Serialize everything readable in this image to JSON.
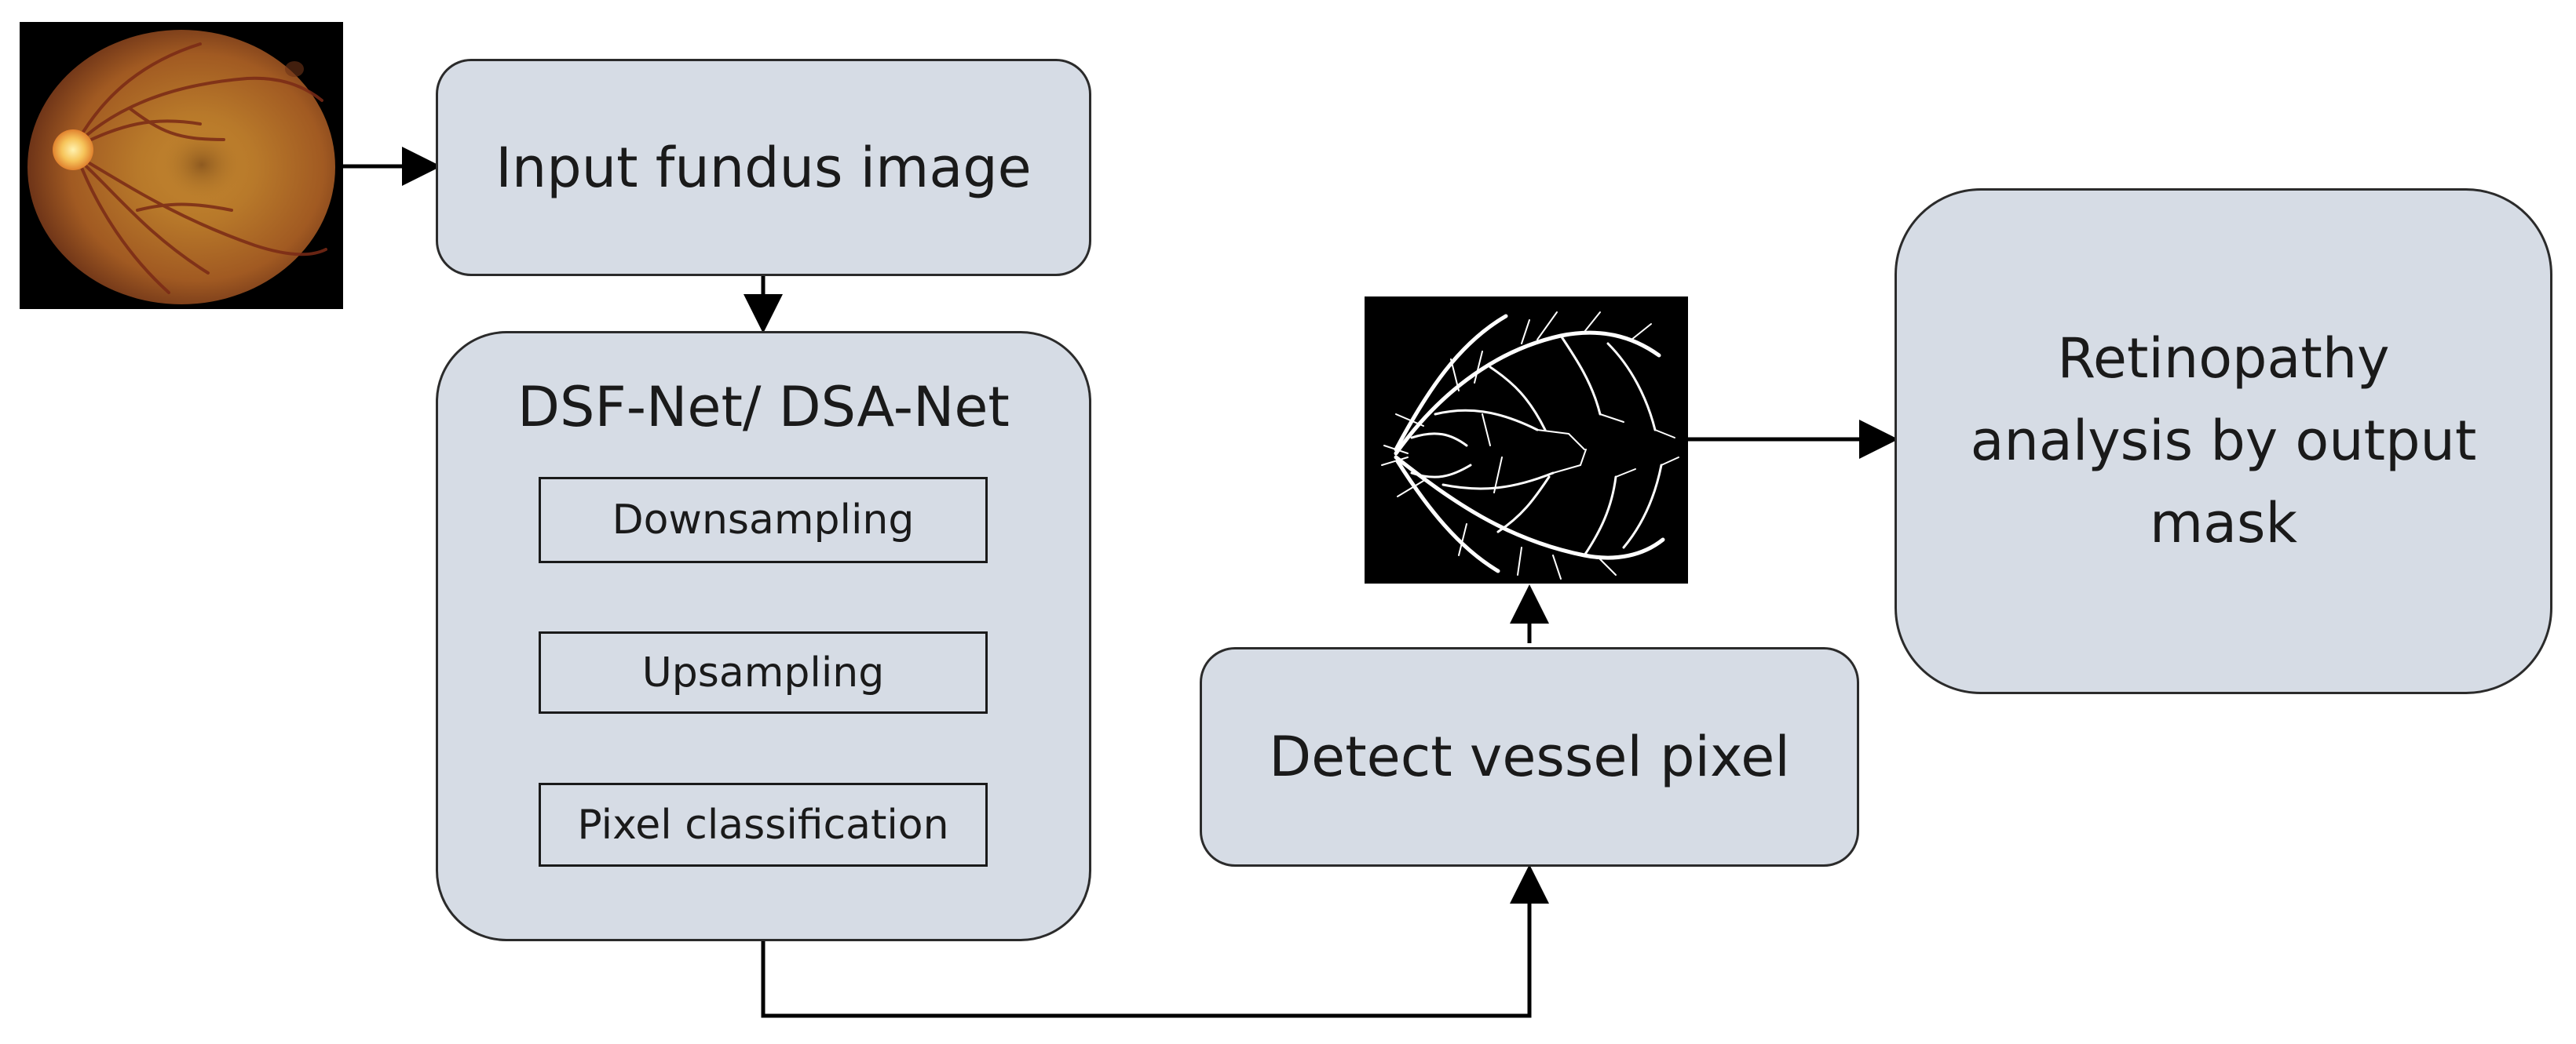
{
  "diagram": {
    "input_box": "Input fundus image",
    "net_box": {
      "title": "DSF-Net/ DSA-Net",
      "steps": [
        "Downsampling",
        "Upsampling",
        "Pixel classification"
      ]
    },
    "detect_box": "Detect vessel pixel",
    "output_box": "Retinopathy analysis by output mask"
  },
  "images": {
    "fundus": "fundus-photo",
    "mask": "vessel-mask"
  },
  "colors": {
    "box_fill": "#d6dce5",
    "box_border": "#2b2b2b",
    "arrow": "#000000",
    "fundus": "#c77a2a",
    "optic_disc": "#f6c45a",
    "mask_bg": "#000000",
    "vessel": "#ffffff"
  }
}
